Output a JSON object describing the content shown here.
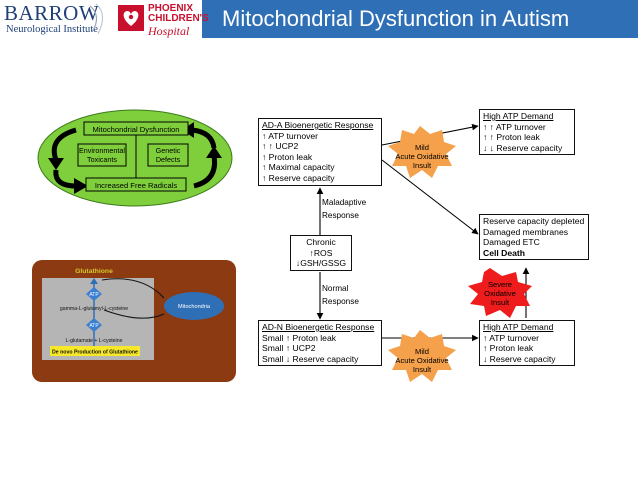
{
  "header": {
    "title": "Mitochondrial Dysfunction in Autism",
    "barrow_name": "BARROW",
    "barrow_sub": "Neurological Institute",
    "pch_line1": "PHOENIX",
    "pch_line2": "CHILDREN'S",
    "pch_line3": "Hospital",
    "accent_color": "#2f6fb6"
  },
  "cycle_diagram": {
    "top": "Mitochondrial Dysfunction",
    "left_line1": "Environmental",
    "left_line2": "Toxicants",
    "right_line1": "Genetic",
    "right_line2": "Defects",
    "bottom": "Increased Free Radicals",
    "bg_color": "#7fcf3c"
  },
  "glutathione_diagram": {
    "title": "Glutathione",
    "atp_top": "ATP",
    "mid_label": "gamma-L-glutamyl-L-cysteine",
    "atp_bottom": "ATP",
    "bottom_label": "L-glutamate + L-cysteine",
    "mito_label": "Mitochondria",
    "footer": "De novo Production of Glutathione",
    "bg_color": "#8b3a12"
  },
  "flow": {
    "ada_title": "AD-A Bioenergetic Response",
    "ada_lines": [
      "↑ ATP turnover",
      "↑ ↑ UCP2",
      "↑ Proton leak",
      "↑ Maximal capacity",
      "↑ Reserve capacity"
    ],
    "adn_title": "AD-N Bioenergetic Response",
    "adn_lines": [
      "Small ↑ Proton leak",
      "Small ↑ UCP2",
      "Small ↓ Reserve capacity"
    ],
    "hi1_title": "High ATP Demand",
    "hi1_lines": [
      "↑ ↑ ATP turnover",
      "↑ ↑ Proton leak",
      "↓ ↓ Reserve capacity"
    ],
    "hi2_title": "High ATP Demand",
    "hi2_lines": [
      "↑ ATP turnover",
      "↑ Proton leak",
      "↓ Reserve capacity"
    ],
    "chronic_lines": [
      "Chronic",
      "↑ROS",
      "↓GSH/GSSG"
    ],
    "death_lines": [
      "Reserve capacity depleted",
      "Damaged membranes",
      "Damaged ETC"
    ],
    "death_final": "Cell Death",
    "maladaptive_1": "Maladaptive",
    "maladaptive_2": "Response",
    "normal_1": "Normal",
    "normal_2": "Response",
    "mild1": [
      "Mild",
      "Acute Oxidative",
      "Insult"
    ],
    "mild2": [
      "Mild",
      "Acute Oxidative",
      "Insult"
    ],
    "severe": [
      "Severe",
      "Oxidative",
      "Insult"
    ],
    "mild_color": "#f5a04a",
    "severe_color": "#ee1c1c"
  }
}
